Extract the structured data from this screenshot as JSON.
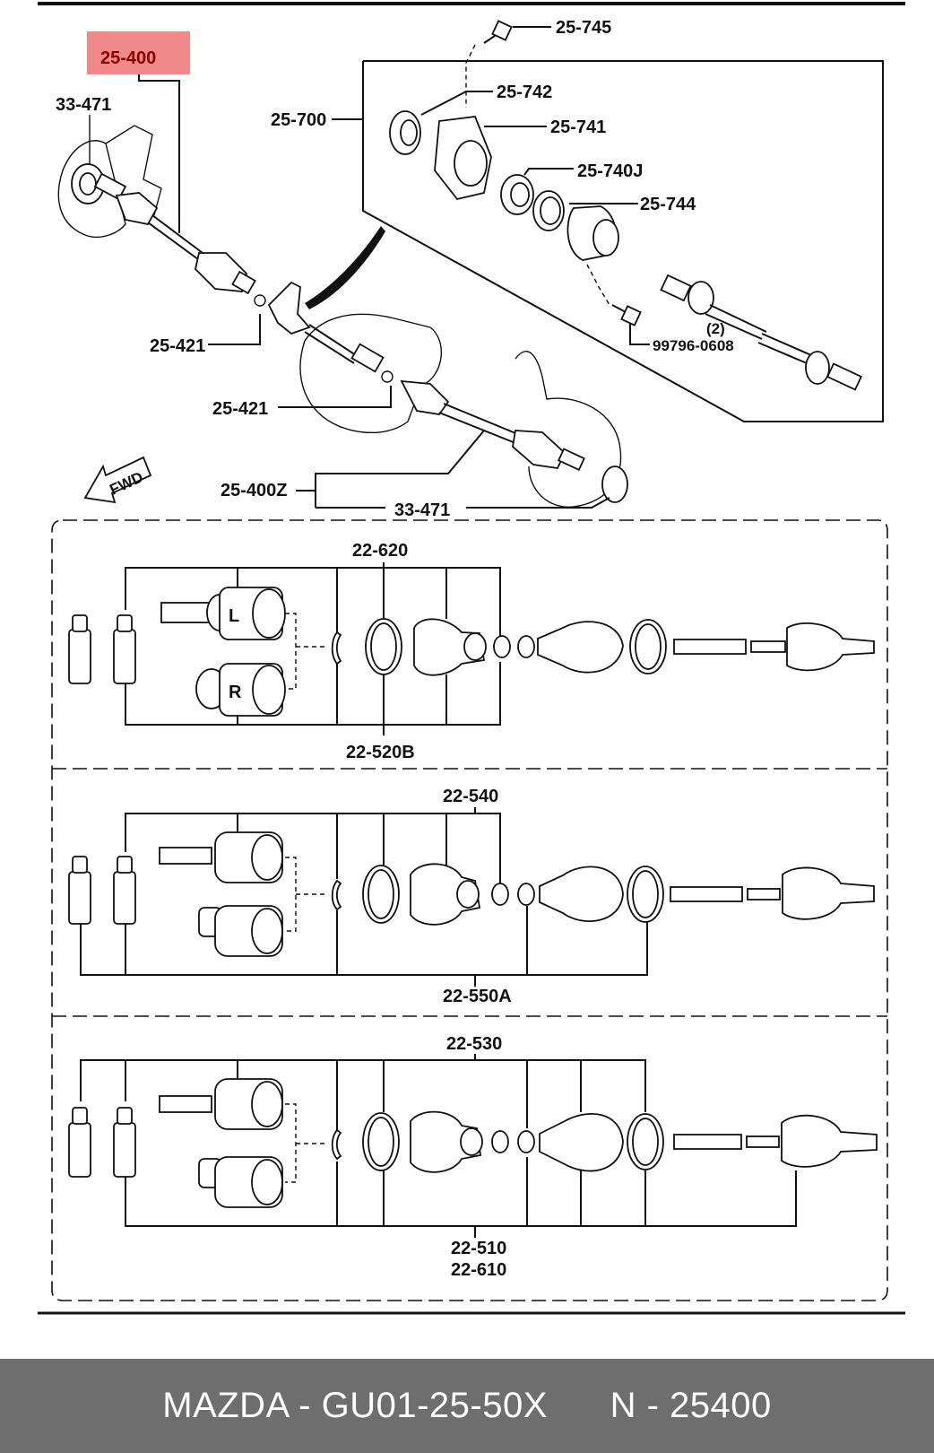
{
  "highlight": {
    "label": "25-400",
    "color": "#f08a8a"
  },
  "callouts": {
    "c25745": "25-745",
    "c25742": "25-742",
    "c25741": "25-741",
    "c25700": "25-700",
    "c25740J": "25-740J",
    "c25744": "25-744",
    "c33471_top": "33-471",
    "c25421_a": "25-421",
    "c25421_b": "25-421",
    "c99796": "99796-0608",
    "c2": "(2)",
    "c25400Z": "25-400Z",
    "c33471_bottom": "33-471",
    "fwd": "FWD"
  },
  "sections": [
    {
      "top_label": "22-620",
      "bottom_label": "22-520B"
    },
    {
      "top_label": "22-540",
      "bottom_label": "22-550A"
    },
    {
      "top_label": "22-530",
      "bottom_label_1": "22-510",
      "bottom_label_2": "22-610"
    }
  ],
  "joint_marks": {
    "left": "L",
    "right": "R"
  },
  "footer": {
    "brand": "MAZDA - GU01-25-50X",
    "number": "N - 25400"
  }
}
